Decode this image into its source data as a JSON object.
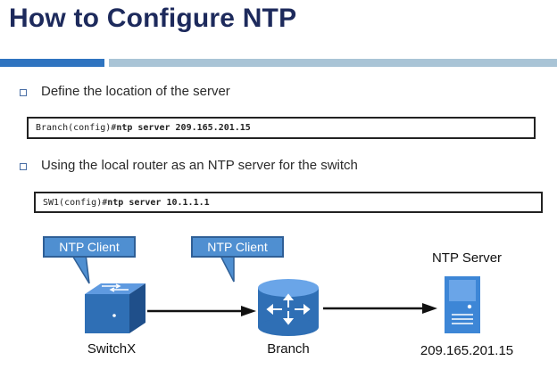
{
  "title": "How to Configure NTP",
  "bullets": [
    "Define the location of the server",
    "Using the local router as an NTP server for the switch"
  ],
  "cli": [
    {
      "prompt": "Branch(config)#",
      "command": "ntp server 209.165.201.15"
    },
    {
      "prompt": "SW1(config)#",
      "command": "ntp server 10.1.1.1"
    }
  ],
  "diagram": {
    "callouts": [
      "NTP Client",
      "NTP Client"
    ],
    "server_heading": "NTP Server",
    "nodes": [
      {
        "label": "SwitchX",
        "icon": "switch-icon"
      },
      {
        "label": "Branch",
        "icon": "router-icon"
      },
      {
        "label": "209.165.201.15",
        "icon": "server-icon"
      }
    ]
  },
  "colors": {
    "title": "#1d2a5c",
    "accent_dark": "#2f74c0",
    "accent_light": "#a9c4d6",
    "callout": "#4f8fd1",
    "device": "#2f6fb5"
  }
}
